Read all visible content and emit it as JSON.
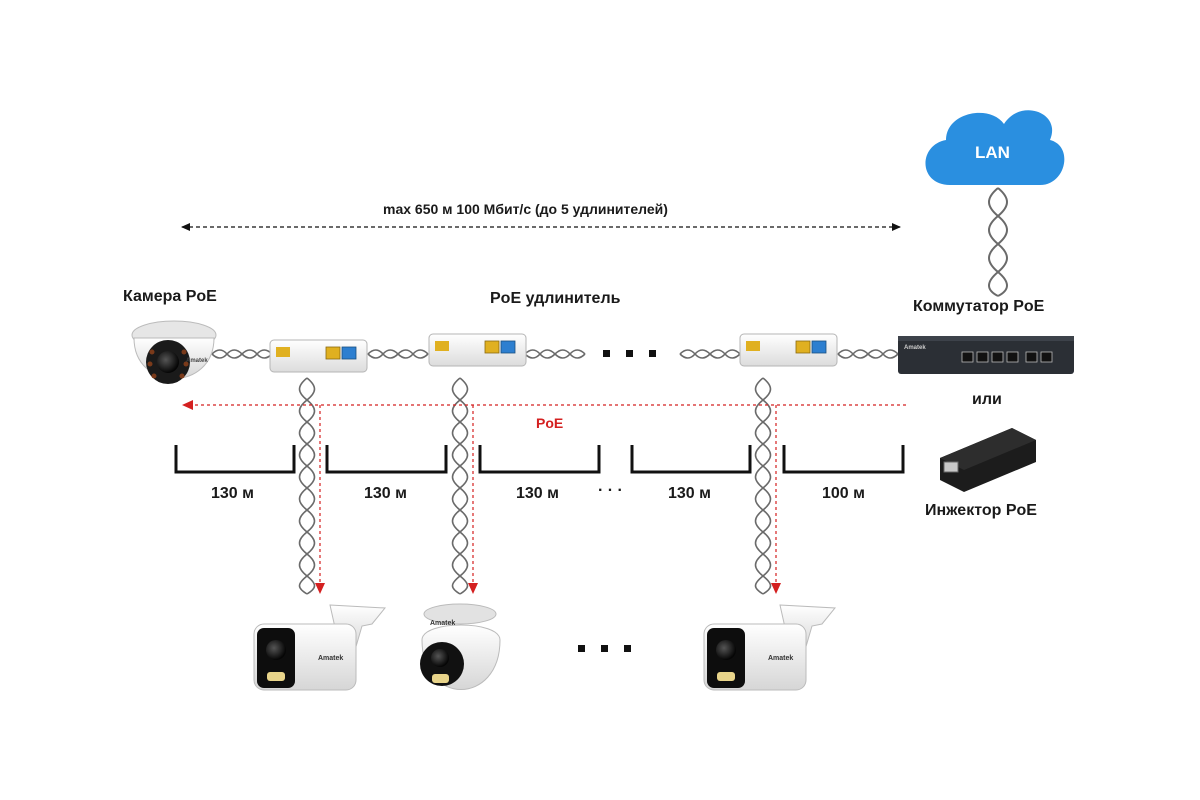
{
  "lan_label": "LAN",
  "range_label": "max 650 м 100 Мбит/с (до 5 удлинителей)",
  "labels": {
    "camera_poe": "Камера PoE",
    "extender_poe": "PoE удлинитель",
    "switch_poe": "Коммутатор PoE",
    "or": "или",
    "injector_poe": "Инжектор PoE",
    "poe": "PoE"
  },
  "segments": [
    "130 м",
    "130 м",
    "130 м",
    "130 м",
    "100 м"
  ],
  "ellipsis": "· · ·",
  "brand": "Amatek",
  "colors": {
    "cloud": "#2a8fe0",
    "poe_arrow": "#d42020",
    "bracket": "#111111",
    "cable": "#6a6a6a",
    "switch_body": "#2b2f35",
    "injector_body": "#1c1c1c",
    "camera_body": "#f2f2f2"
  }
}
